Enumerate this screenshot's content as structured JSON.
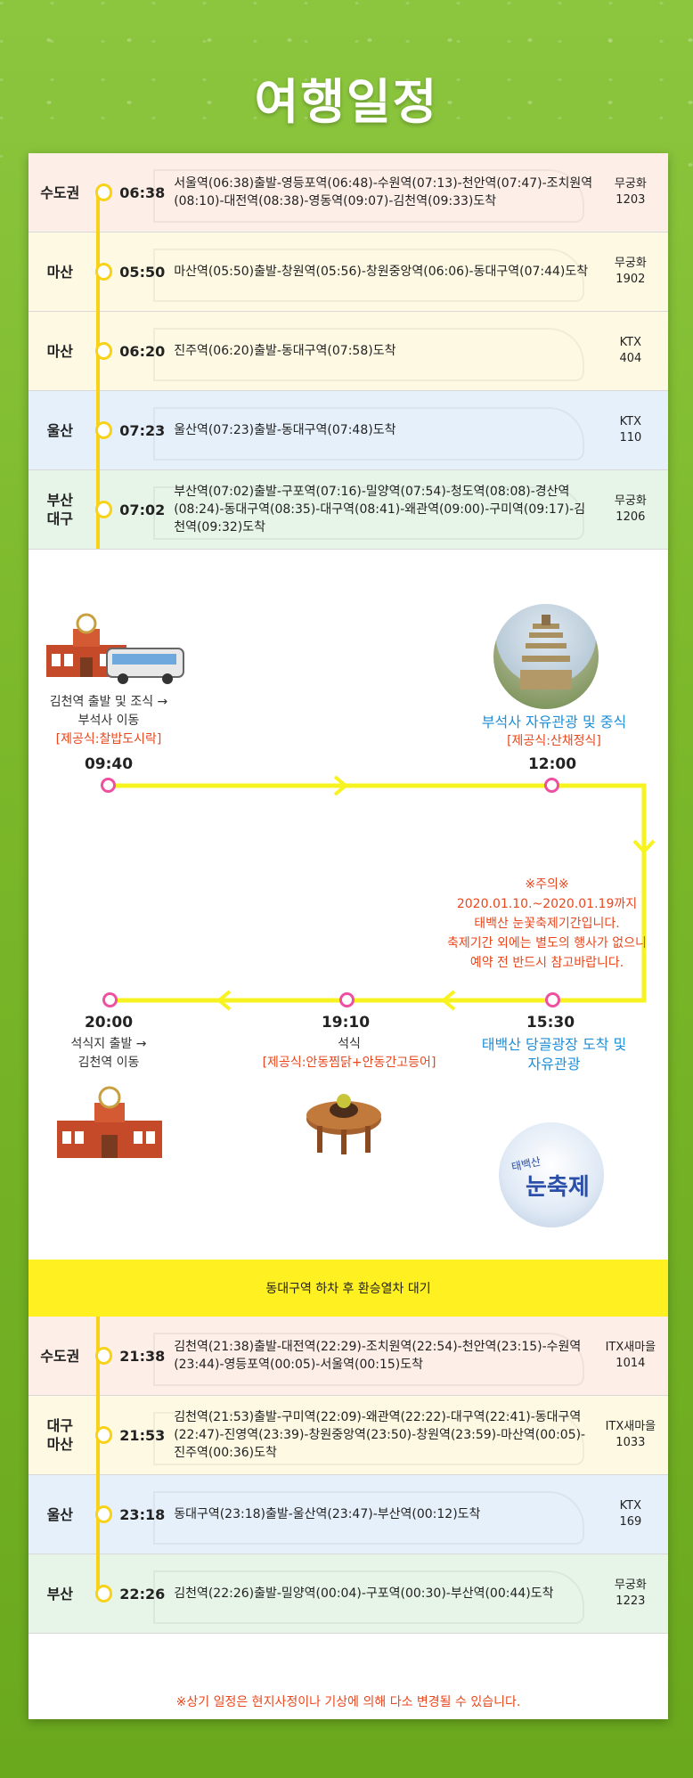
{
  "header": {
    "title": "여행일정"
  },
  "outbound": [
    {
      "region": "수도권",
      "time": "06:38",
      "route": "서울역(06:38)출발-영등포역(06:48)-수원역(07:13)-천안역(07:47)-조치원역(08:10)-대전역(08:38)-영동역(09:07)-김천역(09:33)도착",
      "train_type": "무궁화",
      "train_no": "1203"
    },
    {
      "region": "마산",
      "time": "05:50",
      "route": "마산역(05:50)출발-창원역(05:56)-창원중앙역(06:06)-동대구역(07:44)도착",
      "train_type": "무궁화",
      "train_no": "1902"
    },
    {
      "region": "마산",
      "time": "06:20",
      "route": "진주역(06:20)출발-동대구역(07:58)도착",
      "train_type": "KTX",
      "train_no": "404"
    },
    {
      "region": "울산",
      "time": "07:23",
      "route": "울산역(07:23)출발-동대구역(07:48)도착",
      "train_type": "KTX",
      "train_no": "110"
    },
    {
      "region": "부산\n대구",
      "time": "07:02",
      "route": "부산역(07:02)출발-구포역(07:16)-밀양역(07:54)-청도역(08:08)-경산역(08:24)-동대구역(08:35)-대구역(08:41)-왜관역(09:00)-구미역(09:17)-김천역(09:32)도착",
      "train_type": "무궁화",
      "train_no": "1206"
    }
  ],
  "itinerary": {
    "s1": {
      "desc1": "김천역 출발 및 조식 →",
      "desc2": "부석사 이동",
      "meal": "[제공식:찰밥도시락]",
      "time": "09:40"
    },
    "s2": {
      "title": "부석사 자유관광 및 중식",
      "meal": "[제공식:산채정식]",
      "time": "12:00"
    },
    "warning": {
      "l1": "※주의※",
      "l2": "2020.01.10.~2020.01.19까지",
      "l3": "태백산 눈꽃축제기간입니다.",
      "l4": "축제기간 외에는 별도의 행사가 없으니",
      "l5": "예약 전 반드시 참고바랍니다."
    },
    "s3": {
      "time": "15:30",
      "title1": "태백산 당골광장 도착 및",
      "title2": "자유관광",
      "badge_small": "태백산",
      "badge_big": "눈축제"
    },
    "s4": {
      "time": "19:10",
      "desc": "석식",
      "meal": "[제공식:안동찜닭+안동간고등어]"
    },
    "s5": {
      "time": "20:00",
      "desc1": "석식지 출발 →",
      "desc2": "김천역 이동"
    }
  },
  "banner": "동대구역 하차 후 환승열차 대기",
  "inbound": [
    {
      "region": "수도권",
      "time": "21:38",
      "route": "김천역(21:38)출발-대전역(22:29)-조치원역(22:54)-천안역(23:15)-수원역(23:44)-영등포역(00:05)-서울역(00:15)도착",
      "train_type": "ITX새마을",
      "train_no": "1014"
    },
    {
      "region": "대구\n마산",
      "time": "21:53",
      "route": "김천역(21:53)출발-구미역(22:09)-왜관역(22:22)-대구역(22:41)-동대구역(22:47)-진영역(23:39)-창원중앙역(23:50)-창원역(23:59)-마산역(00:05)-진주역(00:36)도착",
      "train_type": "ITX새마을",
      "train_no": "1033"
    },
    {
      "region": "울산",
      "time": "23:18",
      "route": "동대구역(23:18)출발-울산역(23:47)-부산역(00:12)도착",
      "train_type": "KTX",
      "train_no": "169"
    },
    {
      "region": "부산",
      "time": "22:26",
      "route": "김천역(22:26)출발-밀양역(00:04)-구포역(00:30)-부산역(00:44)도착",
      "train_type": "무궁화",
      "train_no": "1223"
    }
  ],
  "notice": "※상기 일정은 현지사정이나 기상에 의해 다소 변경될 수 있습니다.",
  "colors": {
    "timeline_yellow": "#f7d219",
    "node_pink": "#ef4fa0",
    "accent_red": "#e8471d",
    "accent_blue": "#1e8fd8"
  }
}
